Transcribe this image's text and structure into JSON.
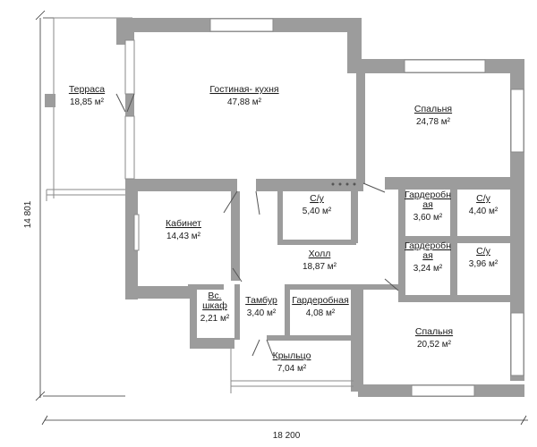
{
  "dimensions": {
    "width": "18 200",
    "height": "14 801"
  },
  "area_unit": "м²",
  "rooms": [
    {
      "id": "terrace",
      "name": "Терраса",
      "area": "18,85"
    },
    {
      "id": "living-kitchen",
      "name": "Гостиная- кухня",
      "area": "47,88"
    },
    {
      "id": "bedroom-1",
      "name": "Спальня",
      "area": "24,78"
    },
    {
      "id": "study",
      "name": "Кабинет",
      "area": "14,43"
    },
    {
      "id": "bathroom-1",
      "name": "С/у",
      "area": "5,40"
    },
    {
      "id": "wardrobe-1",
      "name_lines": [
        "Гардеробн",
        "ая"
      ],
      "area": "3,60"
    },
    {
      "id": "bathroom-2",
      "name": "С/у",
      "area": "4,40"
    },
    {
      "id": "hall",
      "name": "Холл",
      "area": "18,87"
    },
    {
      "id": "wardrobe-2",
      "name_lines": [
        "Гардеробн",
        "ая"
      ],
      "area": "3,24"
    },
    {
      "id": "bathroom-3",
      "name": "С/у",
      "area": "3,96"
    },
    {
      "id": "builtin-closet",
      "name_lines": [
        "Вс.",
        "шкаф"
      ],
      "area": "2,21"
    },
    {
      "id": "vestibule",
      "name": "Тамбур",
      "area": "3,40"
    },
    {
      "id": "wardrobe-3",
      "name": "Гардеробная",
      "area": "4,08"
    },
    {
      "id": "bedroom-2",
      "name": "Спальня",
      "area": "20,52"
    },
    {
      "id": "porch",
      "name": "Крыльцо",
      "area": "7,04"
    }
  ]
}
